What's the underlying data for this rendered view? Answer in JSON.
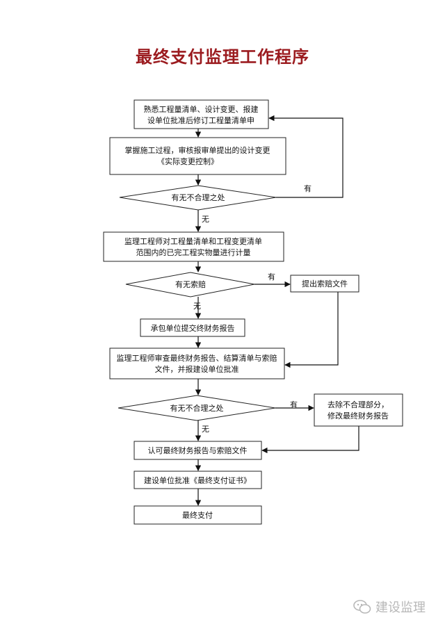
{
  "title": "最终支付监理工作程序",
  "nodes": {
    "n1": [
      "熟悉工程量清单、设计变更、报建",
      "设单位批准后修订工程量清单申"
    ],
    "n2": [
      "掌握施工过程，审核报审单提出的设计变更",
      "《实际变更控制》"
    ],
    "d1": [
      "有无不合理之处"
    ],
    "n3": [
      "监理工程师对工程量清单和工程变更清单",
      "范围内的已完工程实物量进行计量"
    ],
    "d2": [
      "有无索赔"
    ],
    "n4": [
      "提出索赔文件"
    ],
    "n5": [
      "承包单位提交终财务报告"
    ],
    "n6": [
      "监理工程师审查最终财务报告、结算清单与索赔",
      "文件，并报建设单位批准"
    ],
    "d3": [
      "有无不合理之处"
    ],
    "n7": [
      "去除不合理部分，",
      "修改最终财务报告"
    ],
    "n8": [
      "认可最终财务报告与索赔文件"
    ],
    "n9": [
      "建设单位批准《最终支付证书》"
    ],
    "n10": [
      "最终支付"
    ]
  },
  "edge_labels": {
    "d1_yes": "有",
    "d1_no": "无",
    "d2_yes": "有",
    "d2_no": "无",
    "d3_yes": "有",
    "d3_no": "无"
  },
  "watermark": "建设监理"
}
